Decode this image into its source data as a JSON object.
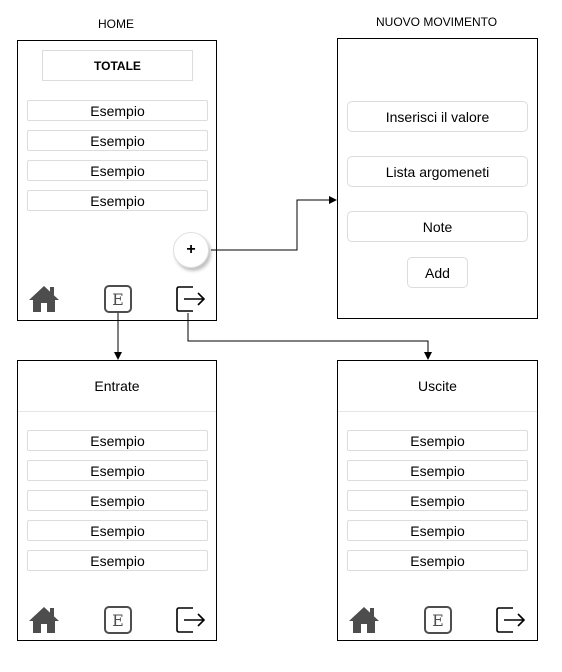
{
  "labels": {
    "home": "HOME",
    "nuovo_movimento": "NUOVO MOVIMENTO"
  },
  "home": {
    "totale": "TOTALE",
    "items": [
      "Esempio",
      "Esempio",
      "Esempio",
      "Esempio"
    ],
    "fab": "+"
  },
  "nuovo": {
    "valore": "Inserisci il valore",
    "lista": "Lista argomeneti",
    "note": "Note",
    "add": "Add"
  },
  "entrate": {
    "title": "Entrate",
    "items": [
      "Esempio",
      "Esempio",
      "Esempio",
      "Esempio",
      "Esempio"
    ]
  },
  "uscite": {
    "title": "Uscite",
    "items": [
      "Esempio",
      "Esempio",
      "Esempio",
      "Esempio",
      "Esempio"
    ]
  },
  "icons": {
    "home": "home-icon",
    "entrate": "letter-e-icon",
    "uscite": "exit-arrow-icon"
  },
  "colors": {
    "icon": "#4d4d4d",
    "field_border": "#dcdcdc"
  }
}
